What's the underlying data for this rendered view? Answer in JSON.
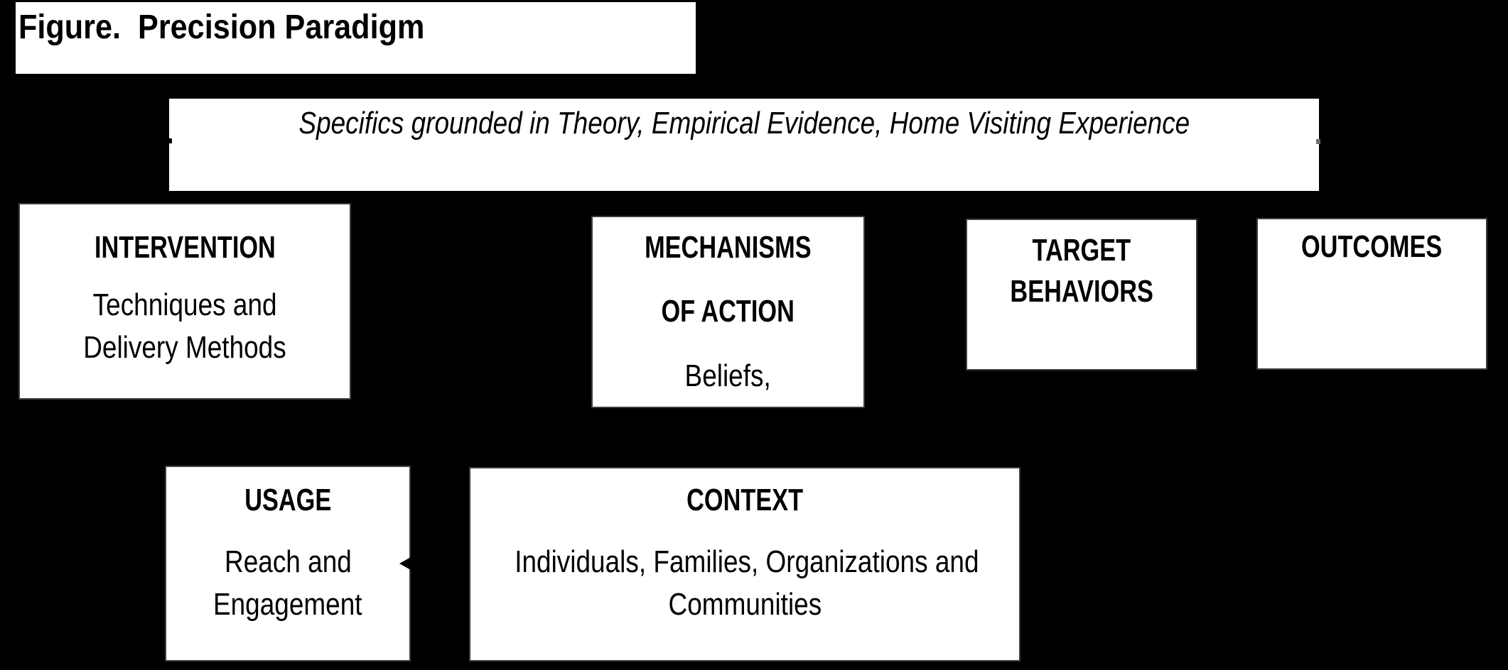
{
  "figure": {
    "title": "Figure.  Precision Paradigm"
  },
  "banner": {
    "text": "Specifics grounded in Theory, Empirical Evidence, Home Visiting Experience"
  },
  "boxes": {
    "intervention": {
      "title": "INTERVENTION",
      "line1": "Techniques and",
      "line2": "Delivery Methods"
    },
    "mechanisms": {
      "title1": "MECHANISMS",
      "title2": "OF ACTION",
      "line1": "Beliefs,"
    },
    "target_behaviors": {
      "title1": "TARGET",
      "title2": "BEHAVIORS"
    },
    "outcomes": {
      "title": "OUTCOMES"
    },
    "usage": {
      "title": "USAGE",
      "line1": "Reach and",
      "line2": "Engagement"
    },
    "context": {
      "title": "CONTEXT",
      "line1": "Individuals, Families, Organizations and",
      "line2": "Communities"
    }
  },
  "artifacts": {
    "usage_arrowhead": "left-pointing arrowhead entering USAGE box right edge",
    "banner_left_tick": "small black mark on banner left edge",
    "banner_right_tick": "small gray mark on banner right edge"
  },
  "colors": {
    "background": "#000000",
    "box_fill": "#ffffff",
    "box_border": "#3d3d3d",
    "text": "#000000"
  }
}
